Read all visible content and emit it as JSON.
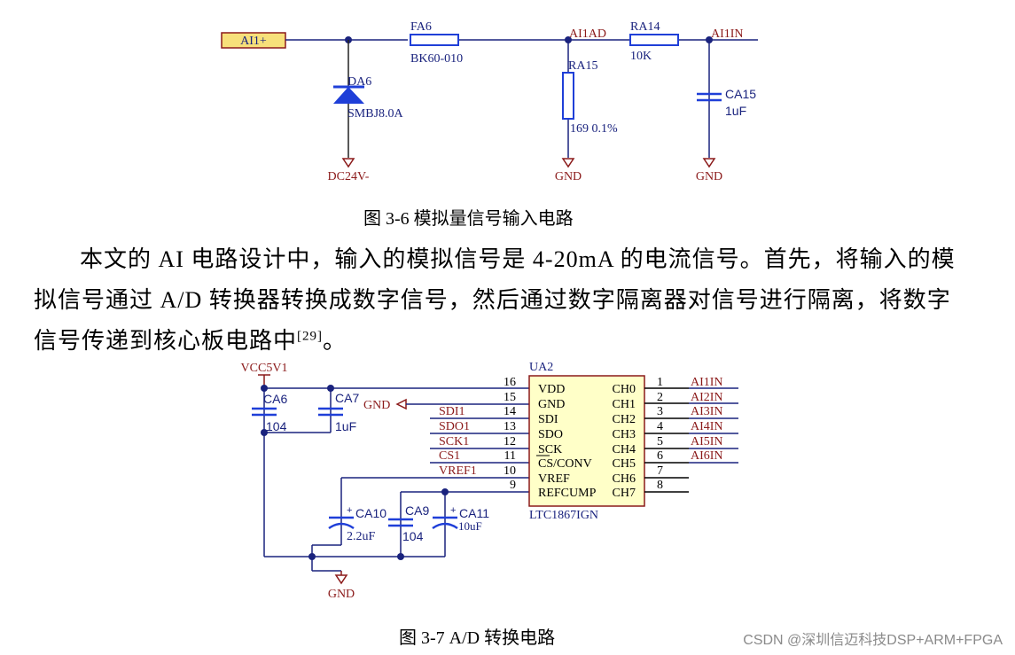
{
  "figure1": {
    "caption": "图 3-6  模拟量信号输入电路",
    "input_port": "AI1+",
    "fuse": {
      "ref": "FA6",
      "value": "BK60-010"
    },
    "diode": {
      "ref": "DA6",
      "value": "SMBJ8.0A"
    },
    "diode_ground": "DC24V-",
    "net_ad": "AI1AD",
    "net_in": "AI1IN",
    "r_series": {
      "ref": "RA14",
      "value": "10K"
    },
    "r_shunt": {
      "ref": "RA15",
      "value": "169  0.1%"
    },
    "cap": {
      "ref": "CA15",
      "value": "1uF"
    },
    "gnd1": "GND",
    "gnd2": "GND"
  },
  "paragraph": {
    "line1": "本文的 AI 电路设计中，输入的模拟信号是 4-20mA 的电流信号。首先，将输入的模",
    "line2": "拟信号通过 A/D 转换器转换成数字信号，然后通过数字隔离器对信号进行隔离，将数字",
    "line3": "信号传递到核心板电路中",
    "citation": "[29]",
    "line3_end": "。"
  },
  "figure2": {
    "caption": "图 3-7 A/D 转换电路",
    "power": "VCC5V1",
    "ic": {
      "ref": "UA2",
      "part": "LTC1867IGN"
    },
    "left_pins": [
      {
        "num": "16",
        "name": "VDD",
        "net": ""
      },
      {
        "num": "15",
        "name": "GND",
        "net": "GND"
      },
      {
        "num": "14",
        "name": "SDI",
        "net": "SDI1"
      },
      {
        "num": "13",
        "name": "SDO",
        "net": "SDO1"
      },
      {
        "num": "12",
        "name": "SCK",
        "net": "SCK1"
      },
      {
        "num": "11",
        "name": "CS/CONV",
        "net": "CS1"
      },
      {
        "num": "10",
        "name": "VREF",
        "net": "VREF1"
      },
      {
        "num": "9",
        "name": "REFCUMP",
        "net": ""
      }
    ],
    "right_pins": [
      {
        "num": "1",
        "name": "CH0",
        "net": "AI1IN"
      },
      {
        "num": "2",
        "name": "CH1",
        "net": "AI2IN"
      },
      {
        "num": "3",
        "name": "CH2",
        "net": "AI3IN"
      },
      {
        "num": "4",
        "name": "CH3",
        "net": "AI4IN"
      },
      {
        "num": "5",
        "name": "CH4",
        "net": "AI5IN"
      },
      {
        "num": "6",
        "name": "CH5",
        "net": "AI6IN"
      },
      {
        "num": "7",
        "name": "CH6",
        "net": ""
      },
      {
        "num": "8",
        "name": "CH7",
        "net": ""
      }
    ],
    "ca6": {
      "ref": "CA6",
      "value": "104"
    },
    "ca7": {
      "ref": "CA7",
      "value": "1uF"
    },
    "ca10": {
      "ref": "CA10",
      "value": "2.2uF"
    },
    "ca9": {
      "ref": "CA9",
      "value": "104"
    },
    "ca11": {
      "ref": "CA11",
      "value": "10uF"
    },
    "gnd": "GND",
    "plus": "+"
  },
  "watermark": "CSDN @深圳信迈科技DSP+ARM+FPGA",
  "colors": {
    "wire": "#1a237e",
    "component": "#1f3fd8",
    "net_label": "#8b1a1a",
    "ic_fill": "#ffffc8",
    "ic_border": "#8b1a1a",
    "port_fill": "#f7e07a"
  }
}
